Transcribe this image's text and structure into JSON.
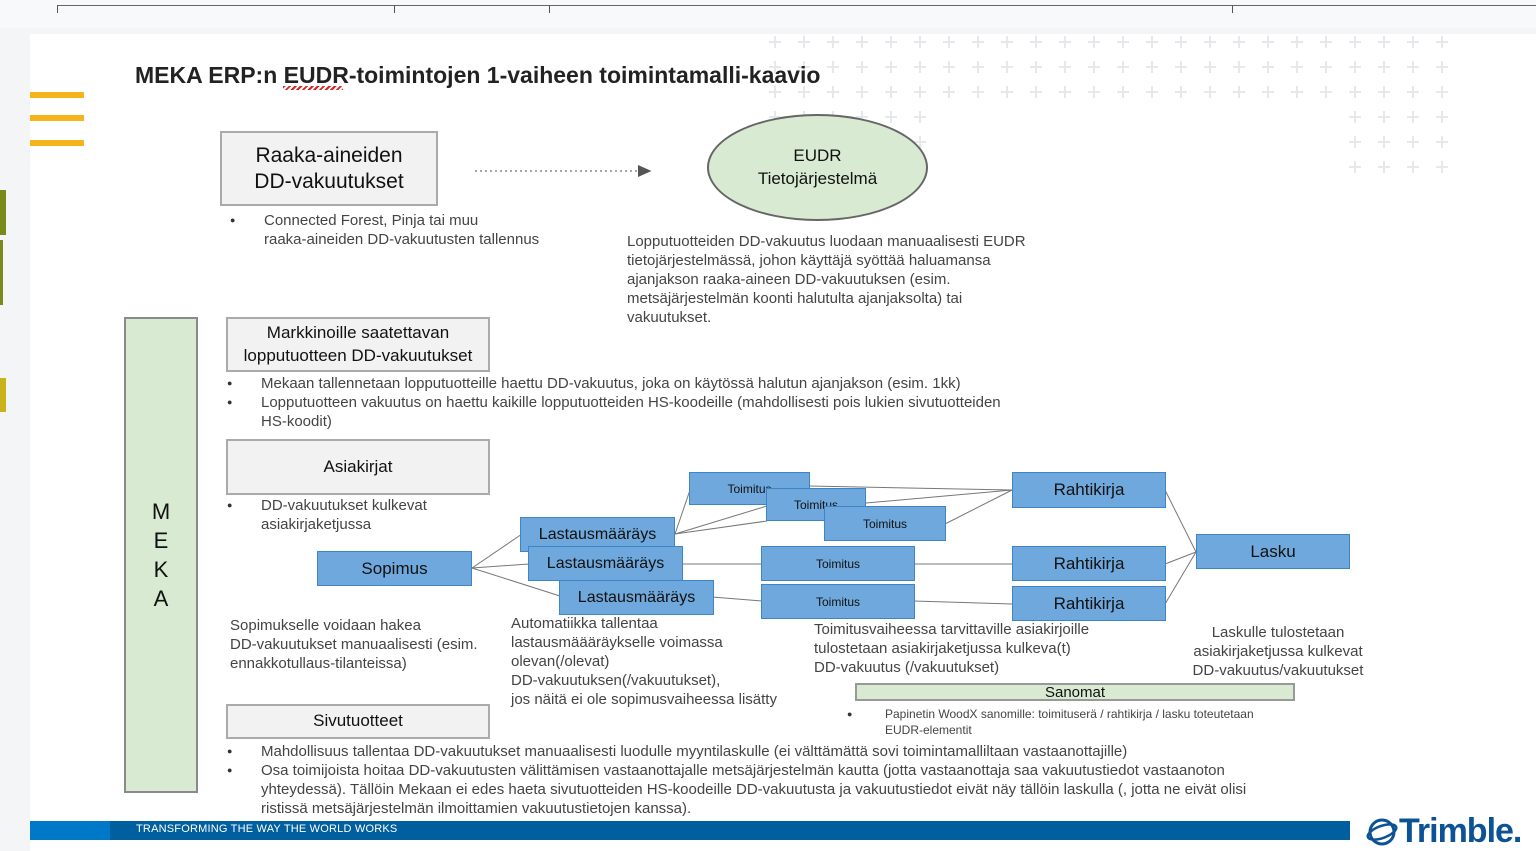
{
  "title": "MEKA ERP:n EUDR-toimintojen 1-vaiheen toimintamalli-kaavio",
  "raw_materials_box": "Raaka-aineiden\nDD-vakuutukset",
  "raw_materials_note": "Connected Forest, Pinja tai muu\nraaka-aineiden DD-vakuutusten tallennus",
  "eudr_ellipse": "EUDR\nTietojärjestelmä",
  "eudr_note": "Lopputuotteiden DD-vakuutus luodaan manuaalisesti EUDR\ntietojärjestelmässä, johon käyttäjä syöttää haluamansa\najanjakson raaka-aineen DD-vakuutuksen (esim.\nmetsäjärjestelmän koonti halutulta ajanjaksolta) tai\nvakuutukset.",
  "meka_label": [
    "M",
    "E",
    "K",
    "A"
  ],
  "final_product_box": "Markkinoille saatettavan\nlopputuotteen DD-vakuutukset",
  "final_product_notes": [
    "Mekaan tallennetaan lopputuotteille haettu DD-vakuutus, joka on käytössä halutun ajanjakson (esim. 1kk)",
    "Lopputuotteen vakuutus on haettu kaikille lopputuotteiden HS-koodeille (mahdollisesti pois lukien sivutuotteiden\nHS-koodit)"
  ],
  "documents_box": "Asiakirjat",
  "documents_note": "DD-vakuutukset kulkevat\nasiakirjaketjussa",
  "flow": {
    "sopimus": "Sopimus",
    "lastausmaarays": [
      "Lastausmääräys",
      "Lastausmääräys",
      "Lastausmääräys"
    ],
    "toimitus": [
      "Toimitus",
      "Toimitus",
      "Toimitus",
      "Toimitus",
      "Toimitus"
    ],
    "rahtikirja": [
      "Rahtikirja",
      "Rahtikirja",
      "Rahtikirja"
    ],
    "lasku": "Lasku"
  },
  "sopimus_note": "Sopimukselle voidaan hakea\nDD-vakuutukset manuaalisesti (esim.\nennakkotullaus-tilanteissa)",
  "lastaus_note": "Automatiikka tallentaa\nlastausmäääräykselle voimassa\nolevan(/olevat)\nDD-vakuutuksen(/vakuutukset),\njos  näitä ei ole sopimusvaiheessa lisätty",
  "toimitus_note": "Toimitusvaiheessa tarvittaville asiakirjoille\ntulostetaan asiakirjaketjussa kulkeva(t)\nDD-vakuutus (/vakuutukset)",
  "lasku_note": "Laskulle tulostetaan\nasiakirjaketjussa kulkevat\nDD-vakuutus/vakuutukset",
  "sanomat_box": "Sanomat",
  "sanomat_note": "Papinetin WoodX sanomille: toimituserä / rahtikirja / lasku toteutetaan\nEUDR-elementit",
  "byproducts_box": "Sivutuotteet",
  "byproducts_notes": [
    "Mahdollisuus tallentaa DD-vakuutukset manuaalisesti luodulle myyntilaskulle (ei välttämättä sovi toimintamalliltaan vastaanottajille)",
    "Osa toimijoista hoitaa DD-vakuutusten välittämisen vastaanottajalle metsäjärjestelmän kautta (jotta vastaanottaja saa vakuutustiedot vastaanoton\nyhteydessä). Tällöin Mekaan ei edes haeta sivutuotteiden HS-koodeille DD-vakuutusta ja vakuutustiedot eivät näy tällöin laskulla (, jotta ne eivät olisi\nristissä metsäjärjestelmän ilmoittamien vakuutustietojen kanssa)."
  ],
  "footer_text": "TRANSFORMING THE WAY THE WORLD WORKS",
  "logo_text": "Trimble.",
  "colors": {
    "blue_box": "#6fa8dc",
    "green_box": "#d9ead3",
    "footer": "#005f9e",
    "accent": "#f4b41a"
  }
}
